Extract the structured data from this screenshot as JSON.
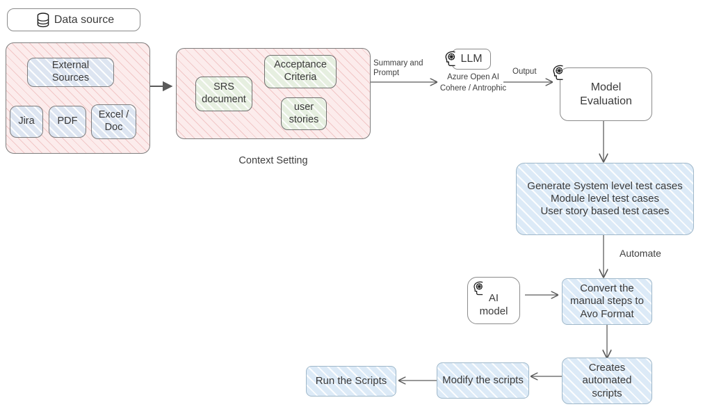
{
  "diagram": {
    "title_legend": "Data source",
    "nodes": {
      "data_source": {
        "label": "Data source",
        "icon": "database-icon"
      },
      "external_sources": {
        "label": "External\nSources"
      },
      "jira": {
        "label": "Jira"
      },
      "pdf": {
        "label": "PDF"
      },
      "excel_doc": {
        "label": "Excel /\nDoc"
      },
      "srs_document": {
        "label": "SRS\ndocument"
      },
      "acceptance_criteria": {
        "label": "Acceptance\nCriteria"
      },
      "user_stories": {
        "label": "user\nstories"
      },
      "llm": {
        "label": "LLM",
        "icon": "ai-head-icon"
      },
      "model_evaluation": {
        "label": "Model\nEvaluation",
        "icon": "ai-head-icon"
      },
      "generate_test_cases": {
        "label": "Generate System level test cases\nModule level test cases\nUser story based test cases"
      },
      "ai_model": {
        "label": "AI\nmodel",
        "icon": "ai-head-icon"
      },
      "convert_avo": {
        "label": "Convert the\nmanual steps to\nAvo Format"
      },
      "creates_scripts": {
        "label": "Creates\nautomated\nscripts"
      },
      "modify_scripts": {
        "label": "Modify the scripts"
      },
      "run_scripts": {
        "label": "Run the Scripts"
      }
    },
    "captions": {
      "context_setting": "Context Setting",
      "llm_providers": "Azure Open AI\nCohere / Antrophic"
    },
    "edge_labels": {
      "summary_and_prompt": "Summary and\nPrompt",
      "output": "Output",
      "automate": "Automate"
    },
    "colors": {
      "pink_container": "#fcecec",
      "blue_source_box": "#dde5f1",
      "green_context_box": "#e6efe0",
      "light_blue_process": "#dceaf7",
      "stroke": "#8a8a8a",
      "text": "#3a3a3a",
      "background": "#ffffff"
    }
  }
}
